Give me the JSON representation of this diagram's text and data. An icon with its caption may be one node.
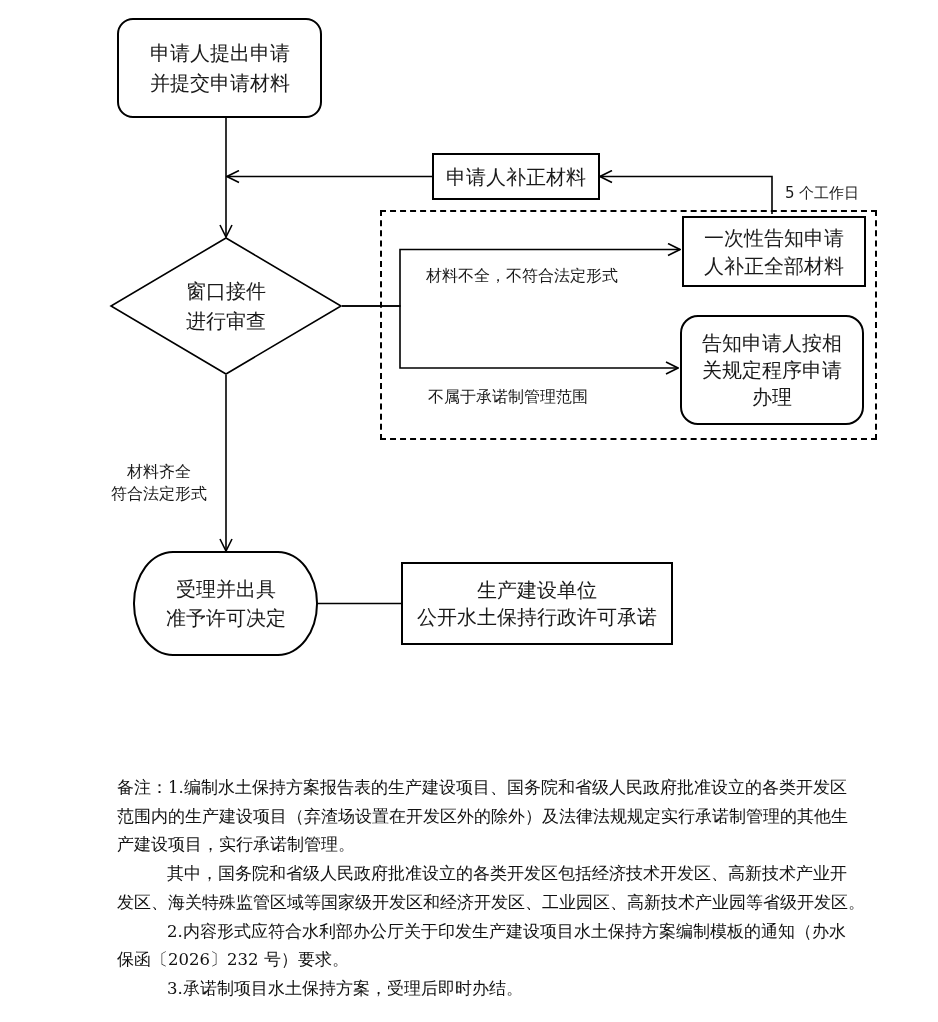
{
  "diagram": {
    "nodes": [
      {
        "text": [
          "申请人提出申请并提交申请材料"
        ]
      },
      {
        "text": [
          "申请人补正材料"
        ]
      },
      {
        "text": [
          "窗口接件进行审查"
        ]
      },
      {
        "text": [],
        "shape": "box"
      },
      {
        "text": [
          "一次性告知申请人补正全部材料"
        ],
        "in": 3
      },
      {
        "text": [
          "告知申请人按相关规定程序申请办理"
        ],
        "in": 3
      },
      {
        "text": [
          "受理并出具准予许可决定"
        ]
      },
      {
        "text": [
          "生产建设单位公开水土保持行政许可承诺"
        ]
      }
    ],
    "edges": [
      {
        "from": 0,
        "to": 2,
        "arrow": "to"
      },
      {
        "from": 1,
        "to": 2,
        "arrow": "to"
      },
      {
        "from": 2,
        "to": 4,
        "arrow": "to",
        "label": "材料不全，不符合法定形式"
      },
      {
        "from": 2,
        "to": 5,
        "arrow": "to",
        "label": "不属于承诺制管理范围"
      },
      {
        "from": 4,
        "to": 1,
        "arrow": "to",
        "label": "5 个工作日"
      },
      {
        "from": 2,
        "to": 6,
        "arrow": "to",
        "label": "材料齐全符合法定形式"
      },
      {
        "from": 6,
        "to": 7,
        "arrow": "none"
      }
    ],
    "labels": [
      "备注：1.编制水土保持方案报告表的生产建设项目、国务院和省级人民政府批准设立的各类开发区范围内的生产建设项目（弃渣场设置在开发区外的除外）及法律法规规定实行承诺制管理的其他生产建设项目，实行承诺制管理。",
      "其中，国务院和省级人民政府批准设立的各类开发区包括经济技术开发区、高新技术产业开发区、海关特殊监管区域等国家级开发区和经济开发区、工业园区、高新技术产业园等省级开发区。",
      "2.内容形式应符合水利部办公厅关于印发生产建设项目水土保持方案编制模板的通知（办水保函〔2026〕232 号）要求。",
      "3.承诺制项目水土保持方案，受理后即时办结。"
    ]
  }
}
